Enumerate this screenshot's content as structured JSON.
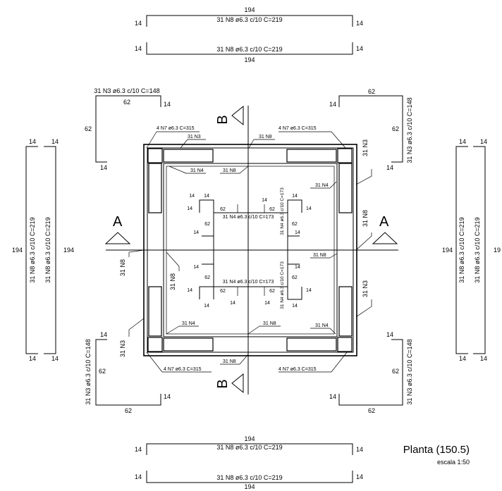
{
  "title": "Planta (150.5)",
  "scale": "escala 1:50",
  "section_a": "A",
  "section_b": "B",
  "n8_label": "31 N8 ø6.3 c/10  C=219",
  "n8_label_v": "31 N8 ø6.3 c/10  C=219",
  "n3_label": "31 N3 ø6.3 c/10  C=148",
  "n7_label": "4 N7 ø6.3  C=315",
  "n4_label": "31 N4 ø6.3 c/10  C=173",
  "n4_label_v": "31 N4 ø6.3 c/10  C=173",
  "tag_n3": "31 N3",
  "tag_n4": "31 N4",
  "tag_n8": "31 N8",
  "d194": "194",
  "d19": "19",
  "d14": "14",
  "d62": "62"
}
